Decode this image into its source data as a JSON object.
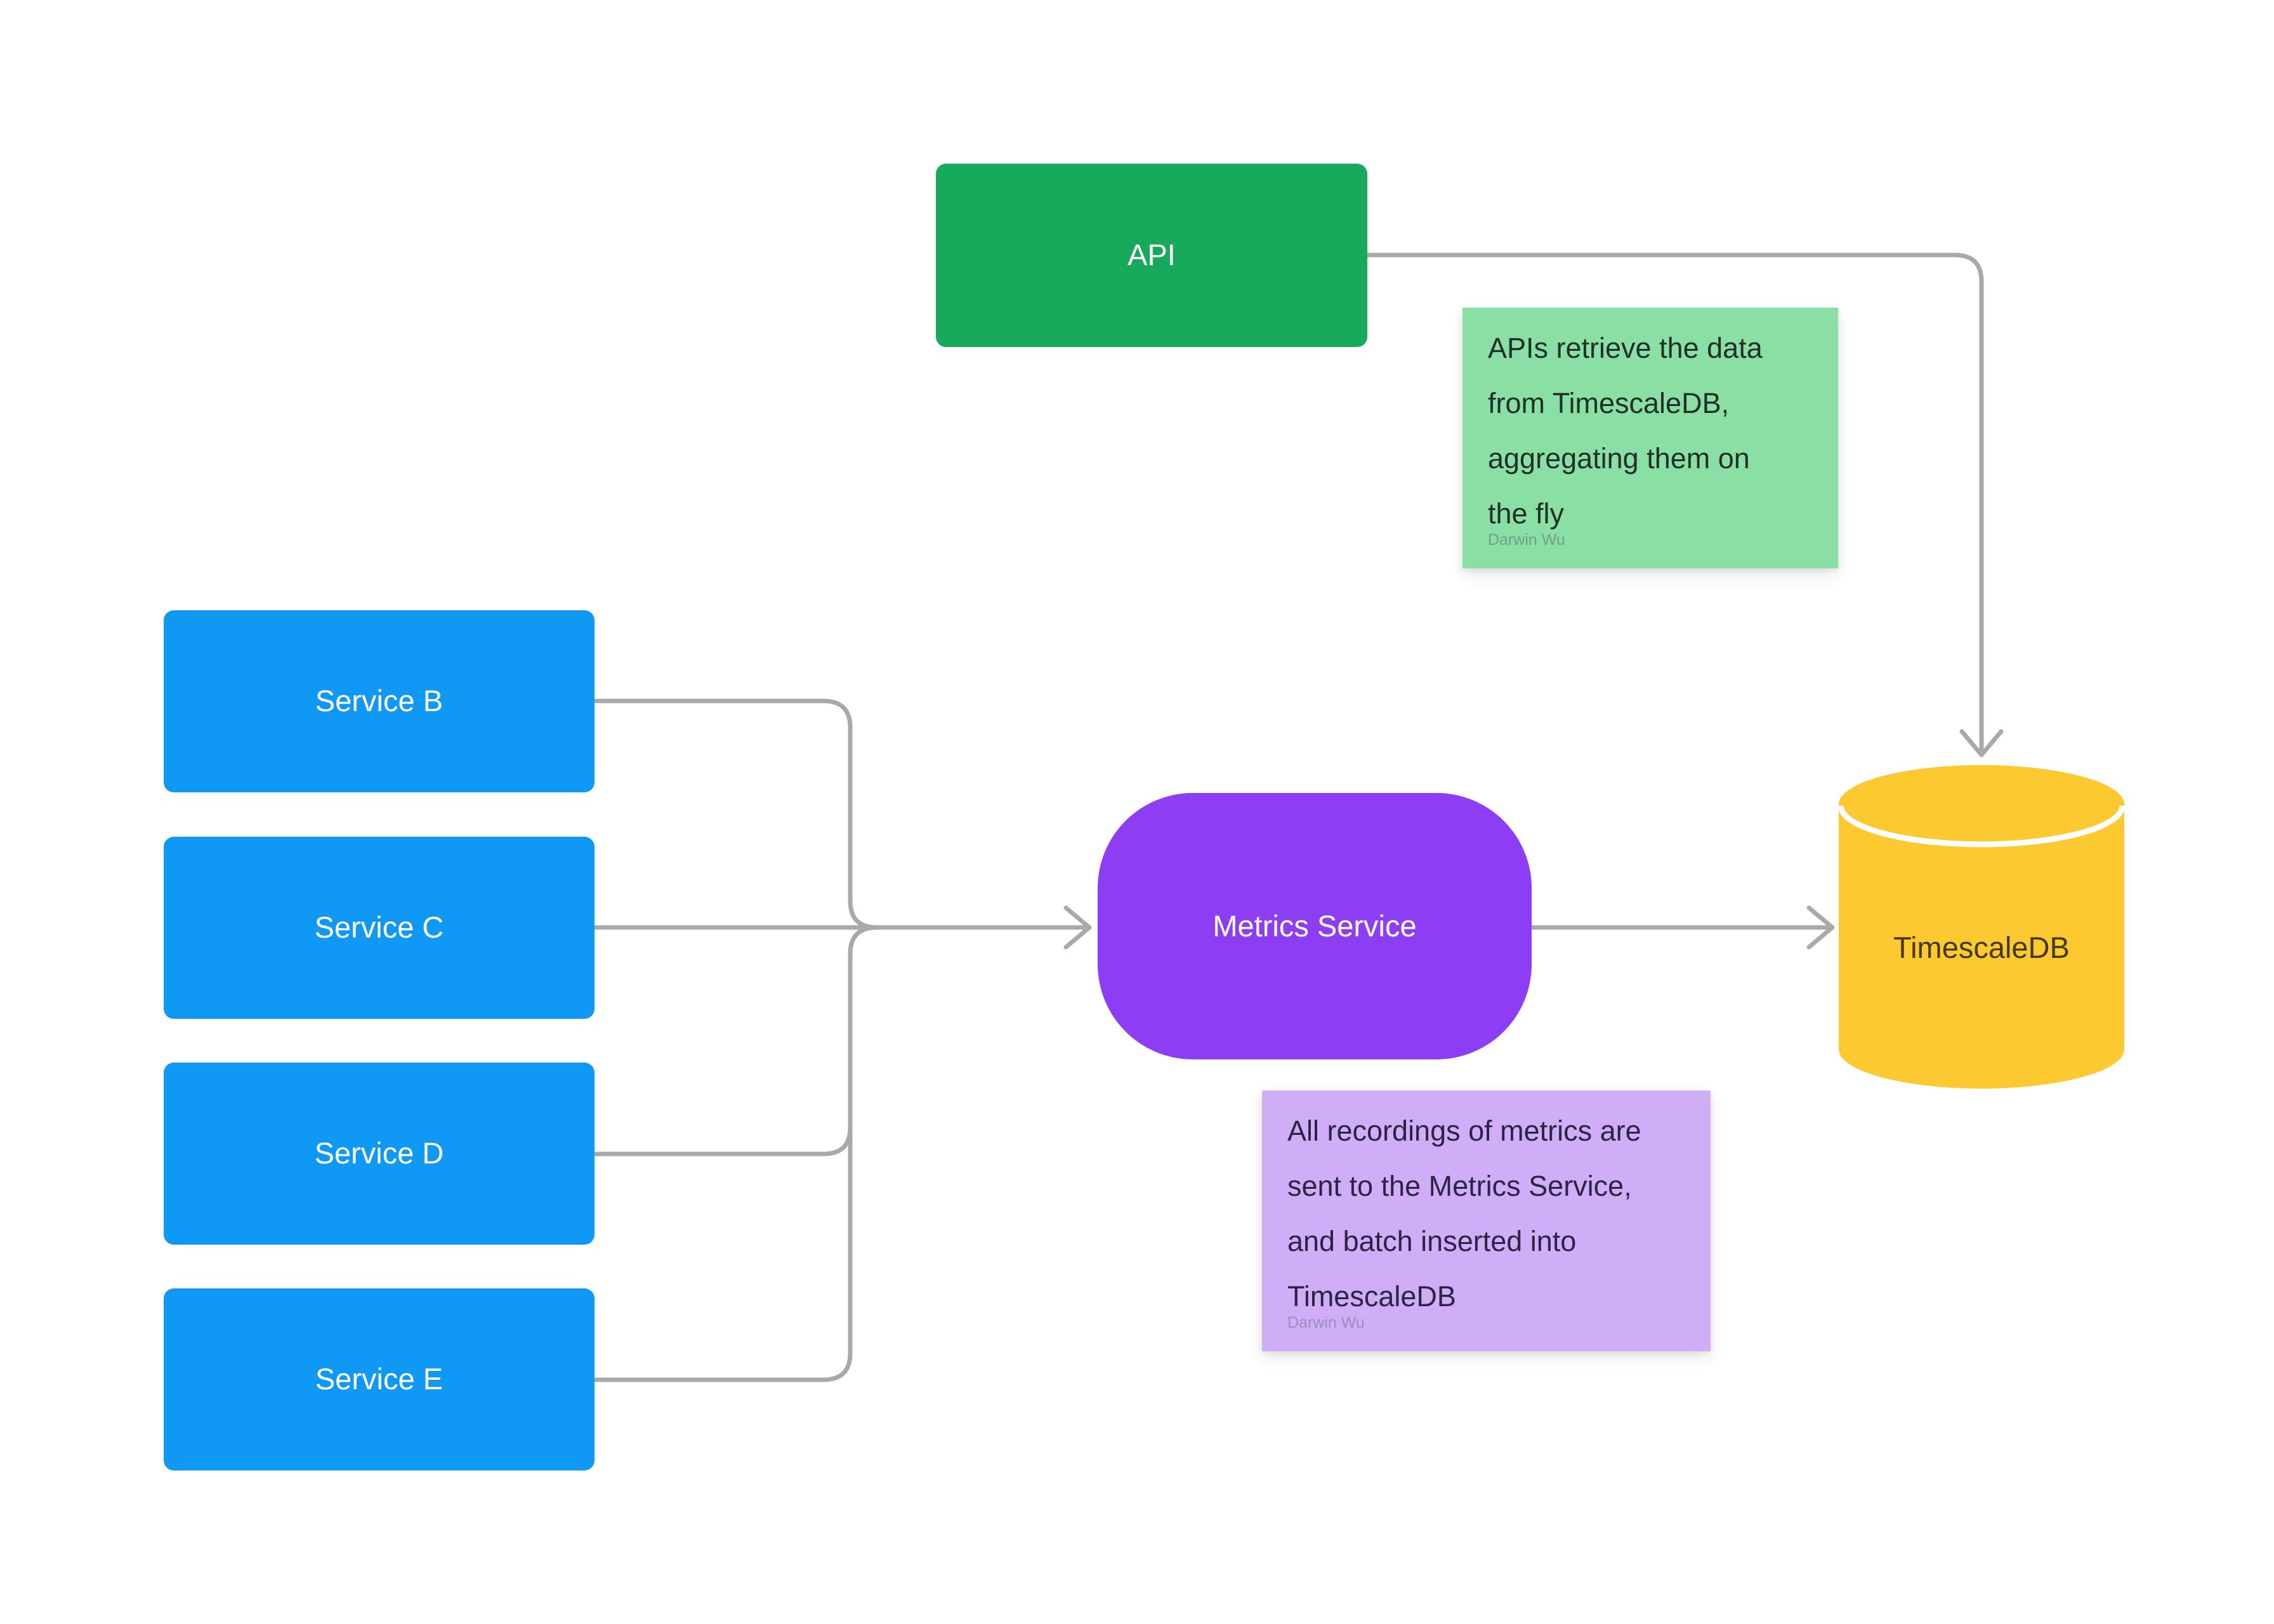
{
  "colors": {
    "api_green": "#17A95C",
    "service_blue": "#0F98F4",
    "metrics_purple": "#8D3EF4",
    "db_yellow": "#FDC930",
    "db_text": "#45390E",
    "note_green": "#8ADFA4",
    "note_purple": "#D0AEF7",
    "note_green_text": "#1F3127",
    "note_purple_text": "#2B2444",
    "note_green_author": "#6FA285",
    "note_purple_author": "#9A8FBA",
    "connector_gray": "#A9A9A9",
    "canvas_bg": "#FFFFFF",
    "node_text": "#FFFFFF"
  },
  "nodes": {
    "api": {
      "label": "API"
    },
    "services": [
      {
        "label": "Service B"
      },
      {
        "label": "Service C"
      },
      {
        "label": "Service D"
      },
      {
        "label": "Service E"
      }
    ],
    "metrics": {
      "label": "Metrics Service"
    },
    "database": {
      "label": "TimescaleDB"
    }
  },
  "notes": {
    "api_note": {
      "lines": [
        "APIs retrieve the data",
        "from TimescaleDB,",
        "aggregating them on",
        "the fly"
      ],
      "author": "Darwin Wu"
    },
    "metrics_note": {
      "lines": [
        "All recordings of metrics are",
        "sent to the Metrics Service,",
        "and batch inserted into",
        "TimescaleDB"
      ],
      "author": "Darwin Wu"
    }
  }
}
